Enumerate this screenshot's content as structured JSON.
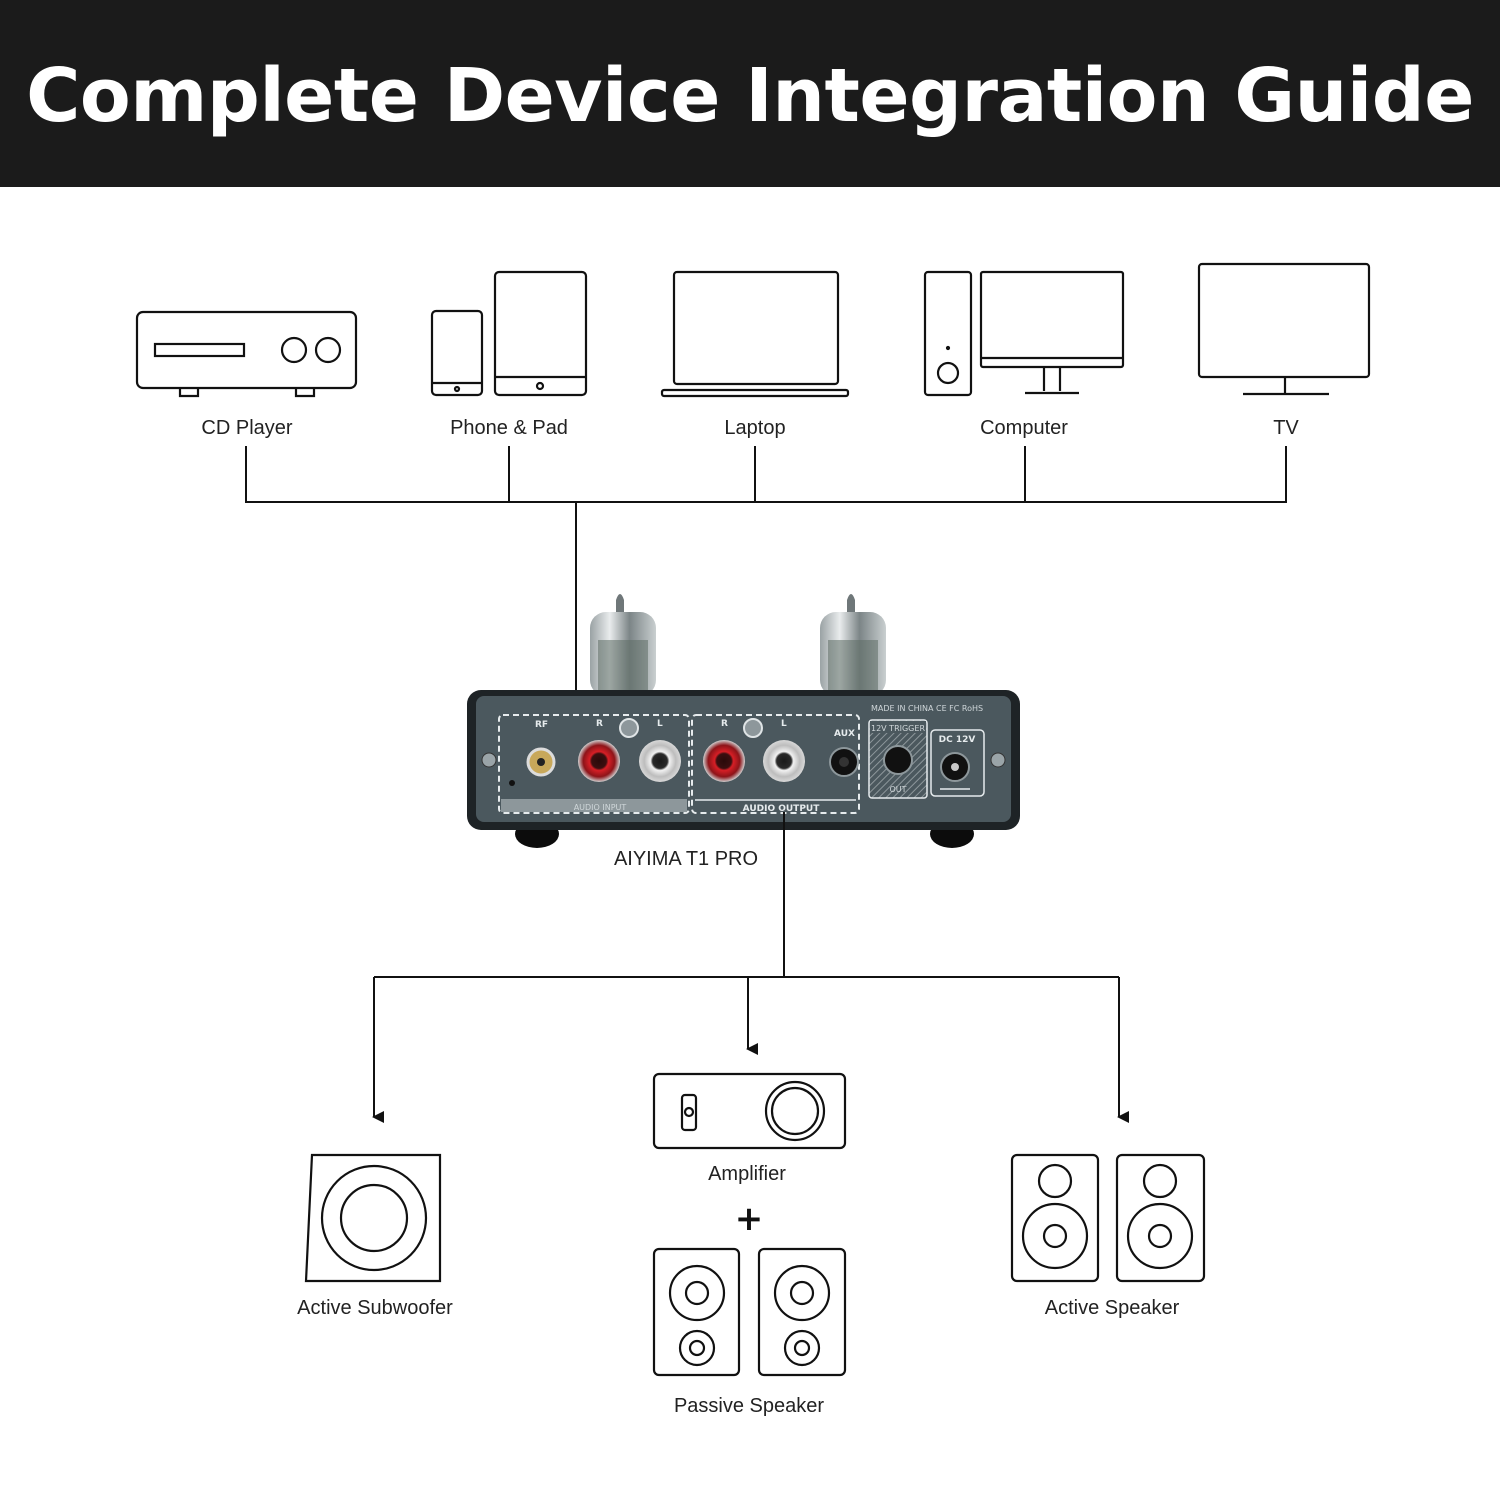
{
  "header": {
    "title": "Complete Device Integration Guide"
  },
  "sources": [
    {
      "label": "CD Player",
      "icon": "cd-player-icon"
    },
    {
      "label": "Phone & Pad",
      "icon": "phone-pad-icon"
    },
    {
      "label": "Laptop",
      "icon": "laptop-icon"
    },
    {
      "label": "Computer",
      "icon": "computer-icon"
    },
    {
      "label": "TV",
      "icon": "tv-icon"
    }
  ],
  "device": {
    "name": "AIYIMA T1 PRO",
    "panel": {
      "rf": "RF",
      "r": "R",
      "l": "L",
      "aux": "AUX",
      "made_in": "MADE IN CHINA",
      "certs": "CE FC RoHS",
      "trigger": "12V TRIGGER",
      "trigger_out": "OUT",
      "dc": "DC 12V",
      "audio_input": "AUDIO INPUT",
      "audio_output": "AUDIO OUTPUT"
    },
    "colors": {
      "panel": "#4b585e",
      "chassis": "#1e2326"
    }
  },
  "outputs": {
    "subwoofer": {
      "label": "Active Subwoofer",
      "icon": "subwoofer-icon"
    },
    "amplifier": {
      "label": "Amplifier",
      "icon": "amplifier-icon"
    },
    "plus": "+",
    "passive": {
      "label": "Passive Speaker",
      "icon": "passive-speaker-icon"
    },
    "active": {
      "label": "Active Speaker",
      "icon": "active-speaker-icon"
    }
  }
}
